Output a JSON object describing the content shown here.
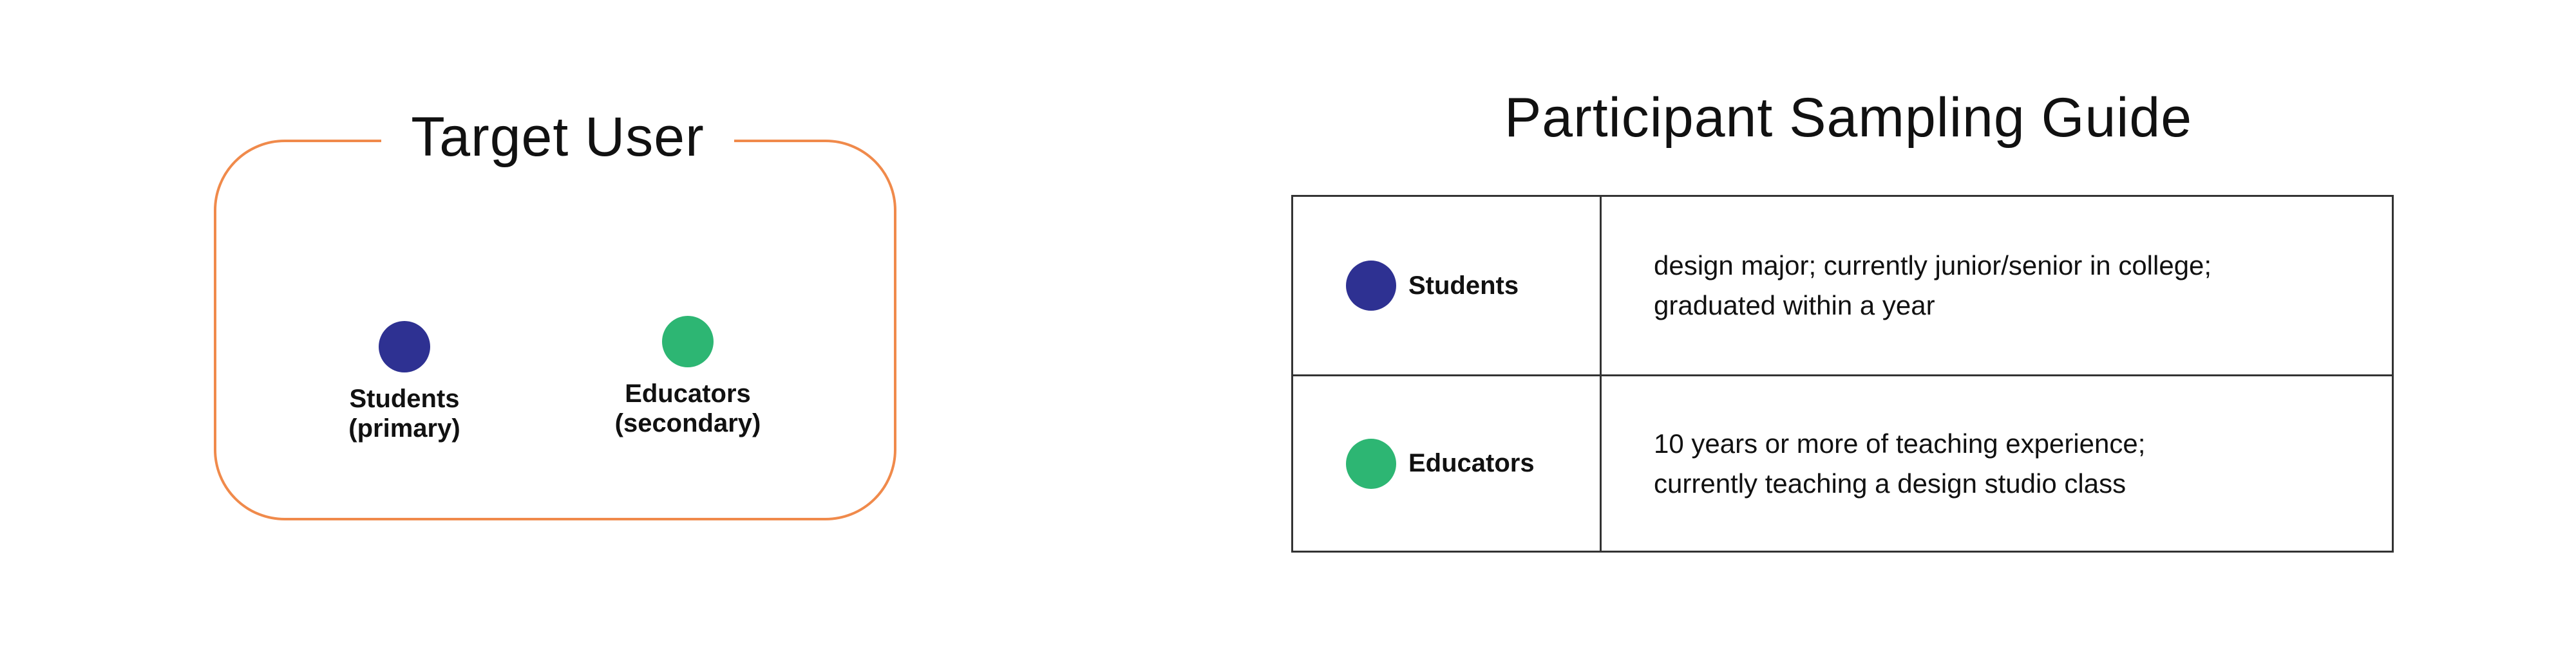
{
  "colors": {
    "panel_border": "#f08a4b",
    "students_dot": "#2e3192",
    "educators_dot": "#2db673",
    "table_border": "#333333"
  },
  "target_user": {
    "title": "Target User",
    "items": [
      {
        "label": "Students",
        "sub": "(primary)",
        "dot_icon": "filled-circle-navy"
      },
      {
        "label": "Educators",
        "sub": "(secondary)",
        "dot_icon": "filled-circle-green"
      }
    ]
  },
  "sampling_guide": {
    "title": "Participant Sampling Guide",
    "rows": [
      {
        "category": "Students",
        "dot_icon": "filled-circle-navy",
        "lines": [
          "design major; currently junior/senior in college;",
          "graduated within a year"
        ]
      },
      {
        "category": "Educators",
        "dot_icon": "filled-circle-green",
        "lines": [
          "10 years or more of teaching experience;",
          "currently teaching a design studio class"
        ]
      }
    ]
  }
}
